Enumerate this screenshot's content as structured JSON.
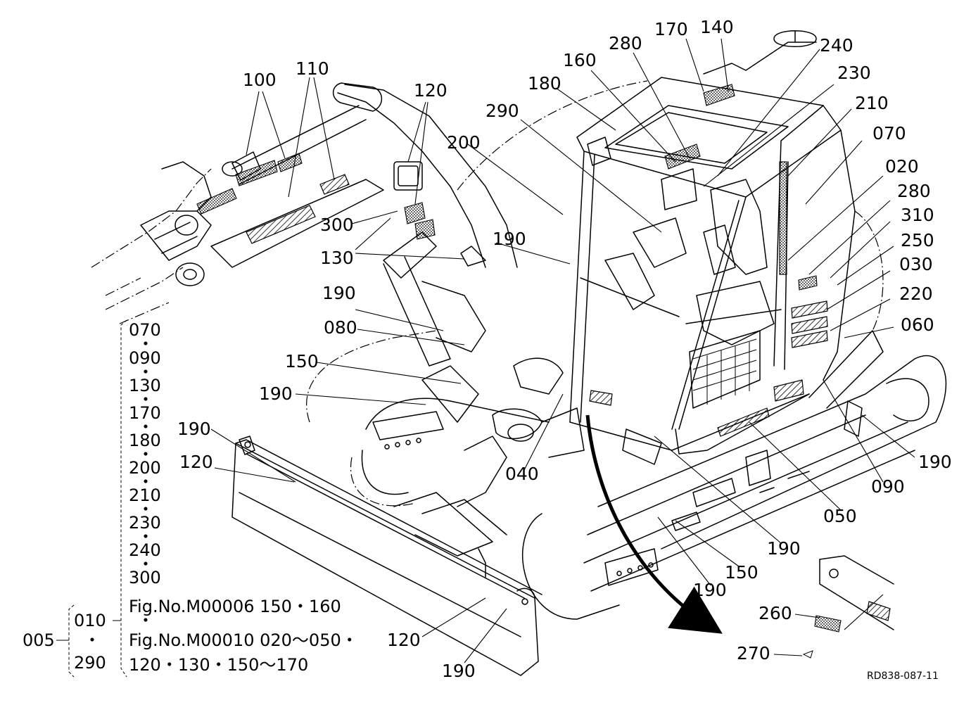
{
  "callouts": {
    "c100": "100",
    "c110": "110",
    "c120_top": "120",
    "c130": "130",
    "c300_left": "300",
    "c190_a": "190",
    "c080": "080",
    "c150_left": "150",
    "c190_b": "190",
    "c190_c": "190",
    "c120_blade": "120",
    "c200": "200",
    "c290": "290",
    "c180": "180",
    "c160": "160",
    "c280_top": "280",
    "c170": "170",
    "c140": "140",
    "c240": "240",
    "c230": "230",
    "c210": "210",
    "c070": "070",
    "c020": "020",
    "c280_right": "280",
    "c310": "310",
    "c250": "250",
    "c030": "030",
    "c220": "220",
    "c060": "060",
    "c190_mid": "190",
    "c040": "040",
    "c190_right": "190",
    "c090": "090",
    "c050": "050",
    "c190_track": "190",
    "c150_track": "150",
    "c190_track2": "190",
    "c120_bottom": "120",
    "c190_bottom": "190",
    "c260": "260",
    "c270": "270"
  },
  "parts_list": {
    "items": [
      "070",
      "090",
      "130",
      "170",
      "180",
      "200",
      "210",
      "230",
      "240",
      "300"
    ],
    "separator": "・",
    "fig1": "Fig.No.M00006  150・160",
    "fig2": "Fig.No.M00010  020～050・",
    "fig3": "120・130・150～170",
    "group_top": "010",
    "group_mid": "・",
    "group_bottom": "290",
    "root": "005"
  },
  "figure_code": "RD838-087-11"
}
